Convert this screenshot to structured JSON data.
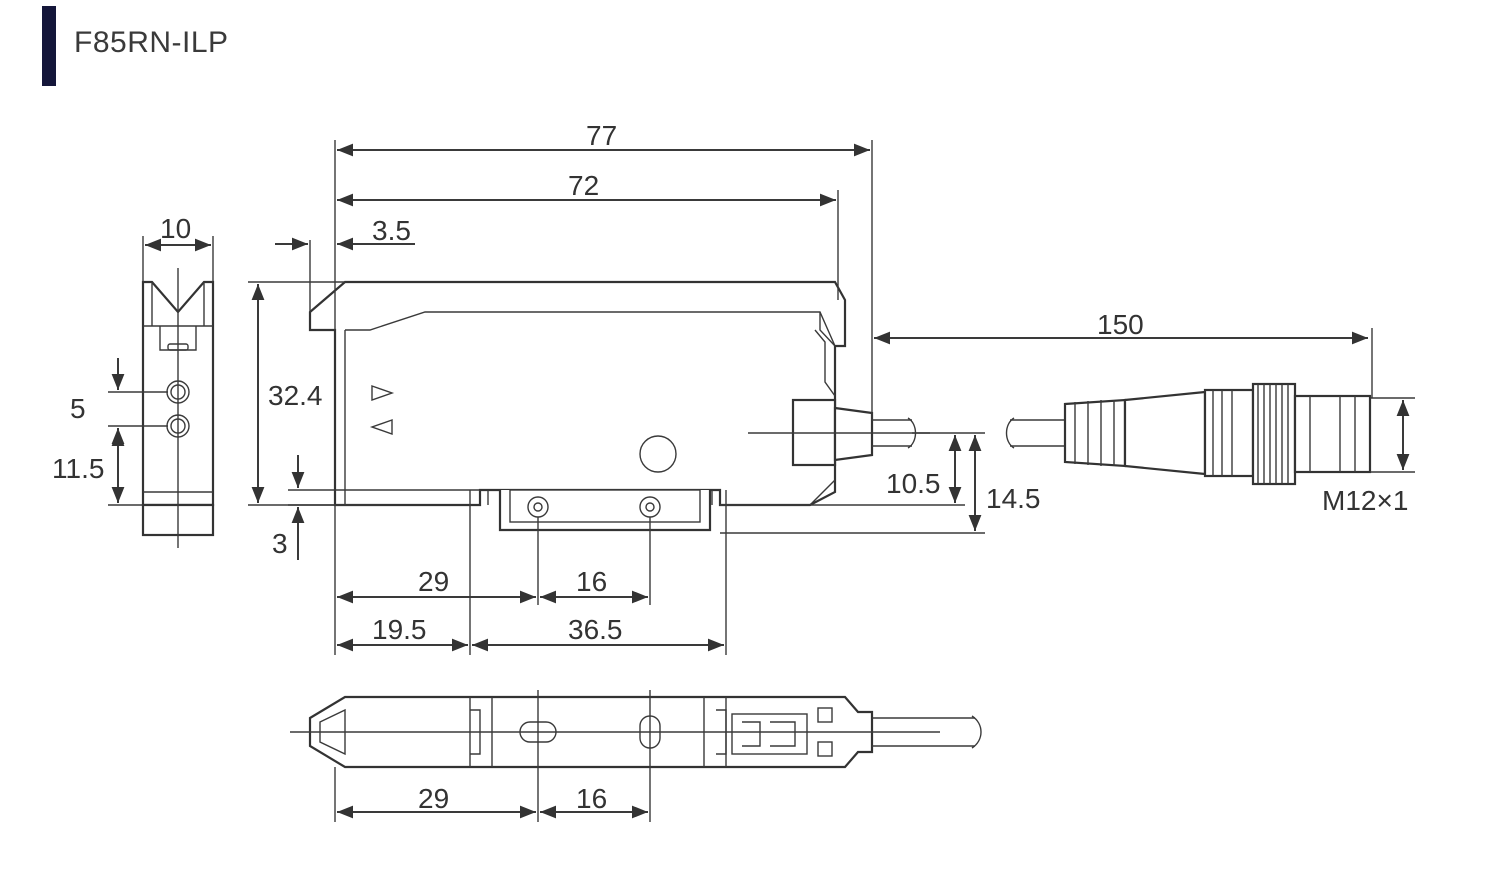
{
  "title": "F85RN-ILP",
  "dimensions": {
    "overall_length": "77",
    "body_length": "72",
    "front_offset": "3.5",
    "side_width": "10",
    "height": "32.4",
    "led_pitch": "5",
    "led_height": "11.5",
    "base_offset": "3",
    "cable_length": "150",
    "connector_thread": "M12×1",
    "cable_height": "10.5",
    "cable_total_height": "14.5",
    "hole_pos_front": "29",
    "hole_pitch_front": "16",
    "rail_offset": "19.5",
    "rail_width": "36.5",
    "hole_pos_bottom": "29",
    "hole_pitch_bottom": "16"
  },
  "colors": {
    "accent": "#14163a",
    "line": "#333333"
  }
}
